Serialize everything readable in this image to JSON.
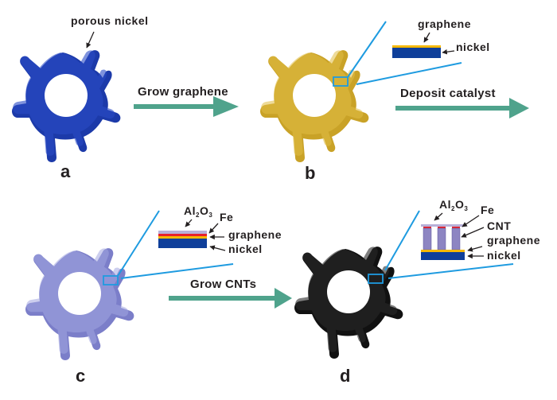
{
  "figure": {
    "panels": [
      {
        "id": "a",
        "label": "a",
        "material": "porous nickel",
        "color": "#1c3aa9"
      },
      {
        "id": "b",
        "label": "b",
        "material": "graphene-coated nickel",
        "color": "#c9a227"
      },
      {
        "id": "c",
        "label": "c",
        "material": "Al2O3/Fe catalyst coated",
        "color": "#7b7ec9"
      },
      {
        "id": "d",
        "label": "d",
        "material": "CNT-grown",
        "color": "#111111"
      }
    ],
    "steps": [
      {
        "label": "Grow graphene"
      },
      {
        "label": "Deposit catalyst"
      },
      {
        "label": "Grow CNTs"
      }
    ],
    "annotations": {
      "a": {
        "porous_nickel": "porous nickel"
      },
      "b": {
        "graphene": "graphene",
        "nickel": "nickel"
      },
      "c": {
        "al2o3": "Al",
        "al2o3_sub2": "2",
        "al2o3_o": "O",
        "al2o3_sub3": "3",
        "fe": "Fe",
        "graphene": "graphene",
        "nickel": "nickel"
      },
      "d": {
        "al2o3": "Al",
        "al2o3_sub2": "2",
        "al2o3_o": "O",
        "al2o3_sub3": "3",
        "fe": "Fe",
        "cnt": "CNT",
        "graphene": "graphene",
        "nickel": "nickel"
      }
    },
    "colors": {
      "arrow": "#4fa38c",
      "zoom_line": "#1e9be0",
      "nickel_layer": "#0f3f9a",
      "graphene_layer": "#f5b800",
      "fe_layer": "#e8202a",
      "al2o3_layer": "#b8b0d8",
      "cnt": "#7a6fb0"
    }
  }
}
